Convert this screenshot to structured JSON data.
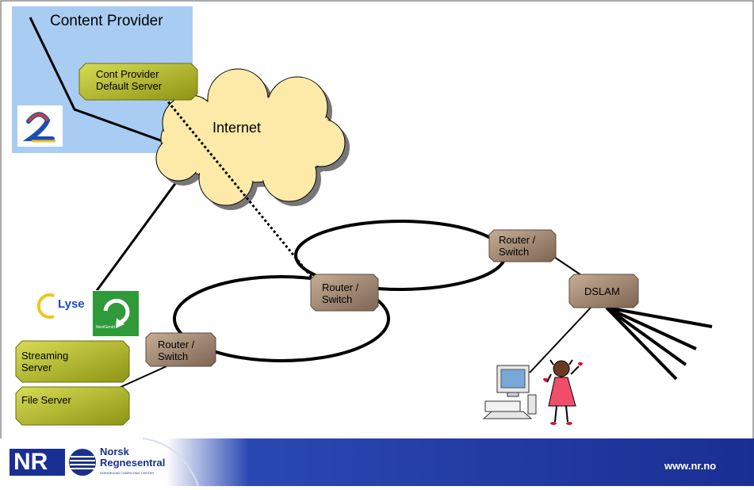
{
  "provider": {
    "title": "Content Provider"
  },
  "cloud": {
    "label": "Internet"
  },
  "servers": {
    "default_server": {
      "line1": "Cont Provider",
      "line2": "Default Server"
    },
    "streaming_server": {
      "line1": "Streaming",
      "line2": "Server"
    },
    "file_server": {
      "line1": "File Server"
    }
  },
  "routers": {
    "top": {
      "line1": "Router /",
      "line2": "Switch"
    },
    "center": {
      "line1": "Router /",
      "line2": "Switch"
    },
    "bottom_left": {
      "line1": "Router /",
      "line2": "Switch"
    }
  },
  "dslam": {
    "label": "DSLAM"
  },
  "logos": {
    "lyse": "Lyse",
    "nextgenid": "NextGenId",
    "nr_mark": "NR",
    "nr_name_line1": "Norsk",
    "nr_name_line2": "Regnesentral",
    "nr_subtitle": "NORWEGIAN COMPUTING CENTER"
  },
  "footer": {
    "url": "www.nr.no",
    "bar_color": "#1f3a9e"
  },
  "colors": {
    "provider_bg": "#a9cdf2",
    "cloud_fill": "#fde9a8",
    "server_fill": "#b8be22",
    "router_fill": "#a88e76"
  }
}
